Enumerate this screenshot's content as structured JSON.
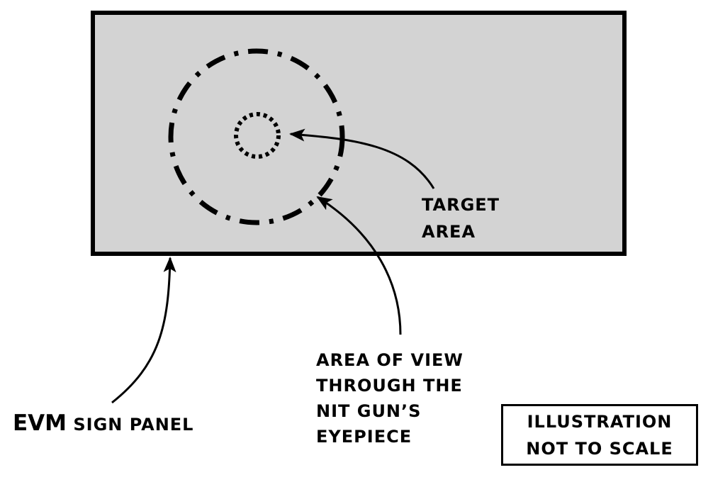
{
  "labels": {
    "target": [
      "TARGET",
      "AREA"
    ],
    "view": [
      "AREA OF VIEW",
      "THROUGH THE",
      "NIT GUN’S",
      "EYEPIECE"
    ],
    "panel_prefix": "EVM",
    "panel_suffix": " SIGN PANEL",
    "note": [
      "ILLUSTRATION",
      "NOT TO SCALE"
    ]
  },
  "colors": {
    "panel_fill": "#d3d3d3",
    "stroke": "#000000",
    "background": "#ffffff"
  },
  "icons": [
    "arrow-icon"
  ]
}
